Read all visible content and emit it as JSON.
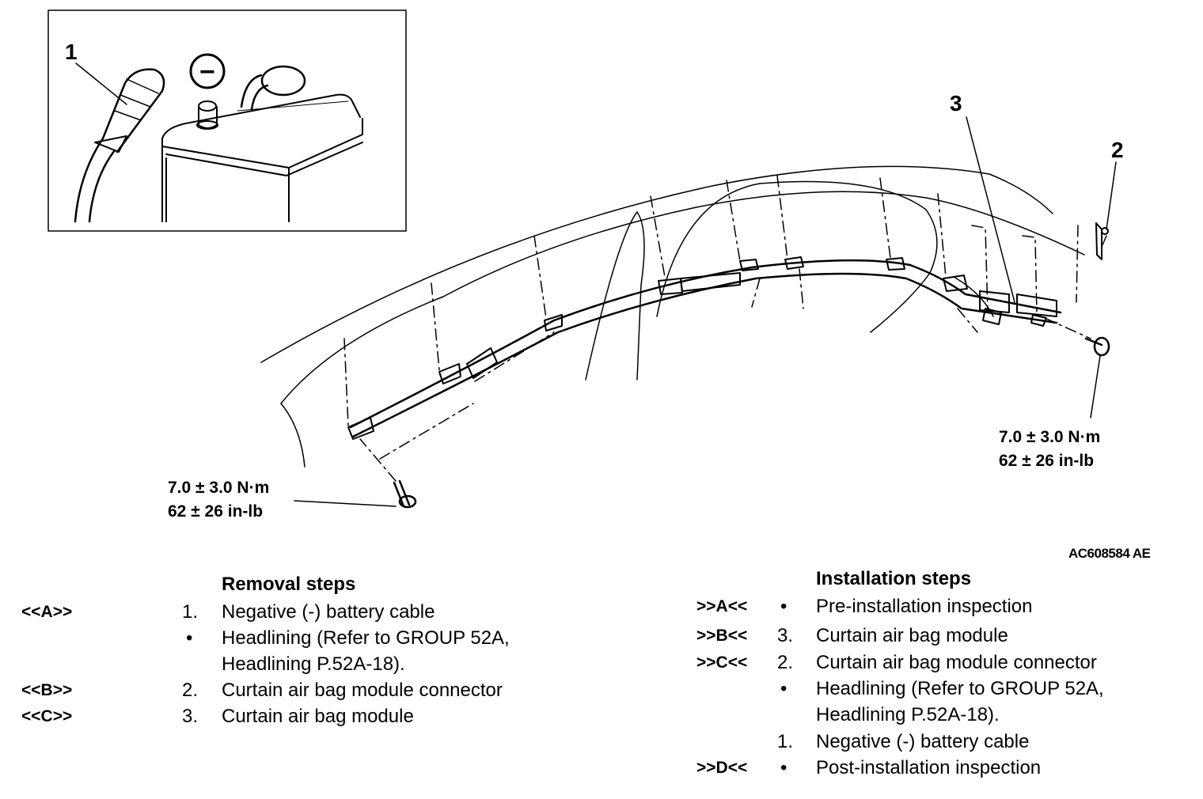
{
  "figure_id": "AC608584 AE",
  "callouts": {
    "c1": "1",
    "c2": "2",
    "c3": "3",
    "minus_symbol": "−"
  },
  "torque_left": {
    "line1": "7.0 ± 3.0 N·m",
    "line2": "62 ± 26 in-lb"
  },
  "torque_right": {
    "line1": "7.0 ± 3.0 N·m",
    "line2": "62 ± 26 in-lb"
  },
  "removal": {
    "title": "Removal steps",
    "steps": [
      {
        "ref": "<<A>>",
        "num": "1.",
        "text": "Negative (-) battery cable"
      },
      {
        "ref": "",
        "num": "•",
        "text": "Headlining (Refer to GROUP 52A,"
      },
      {
        "ref": "",
        "num": "",
        "text": "Headlining P.52A-18)."
      },
      {
        "ref": "<<B>>",
        "num": "2.",
        "text": "Curtain air bag module connector"
      },
      {
        "ref": "<<C>>",
        "num": "3.",
        "text": "Curtain air bag module"
      }
    ]
  },
  "installation": {
    "title": "Installation steps",
    "steps": [
      {
        "ref": ">>A<<",
        "num": "•",
        "text": "Pre-installation inspection"
      },
      {
        "ref": ">>B<<",
        "num": "3.",
        "text": "Curtain air bag module"
      },
      {
        "ref": ">>C<<",
        "num": "2.",
        "text": "Curtain air bag module connector"
      },
      {
        "ref": "",
        "num": "•",
        "text": "Headlining (Refer to GROUP 52A,"
      },
      {
        "ref": "",
        "num": "",
        "text": "Headlining P.52A-18)."
      },
      {
        "ref": "",
        "num": "1.",
        "text": "Negative (-) battery cable"
      },
      {
        "ref": ">>D<<",
        "num": "•",
        "text": "Post-installation inspection"
      }
    ]
  }
}
